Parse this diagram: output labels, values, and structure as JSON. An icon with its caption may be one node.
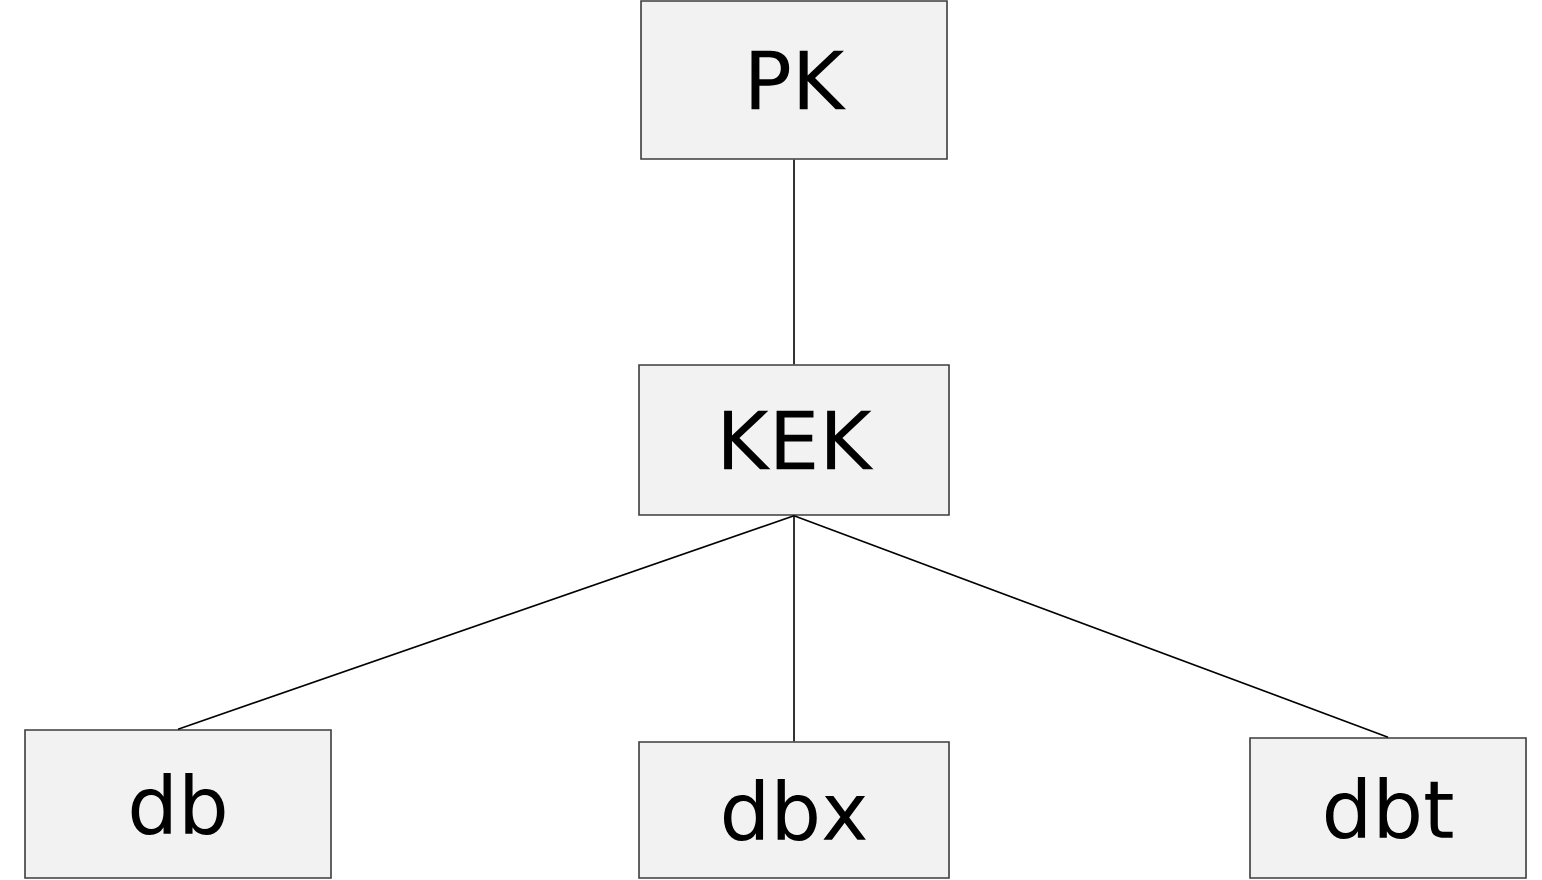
{
  "diagram": {
    "nodes": [
      {
        "text": [
          "PK"
        ]
      },
      {
        "text": [
          "KEK"
        ]
      },
      {
        "text": [
          "db"
        ]
      },
      {
        "text": [
          "dbx"
        ]
      },
      {
        "text": [
          "dbt"
        ]
      }
    ],
    "edges": [
      {
        "from": 0,
        "to": 1,
        "arrow": "none"
      },
      {
        "from": 1,
        "to": 2,
        "arrow": "none"
      },
      {
        "from": 1,
        "to": 3,
        "arrow": "none"
      },
      {
        "from": 1,
        "to": 4,
        "arrow": "none"
      }
    ]
  }
}
